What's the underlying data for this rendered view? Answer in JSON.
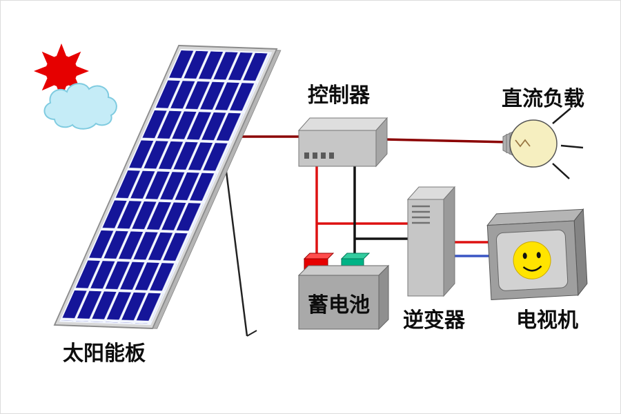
{
  "diagram": {
    "nodes": {
      "solar_panel": {
        "label": "太阳能板"
      },
      "controller": {
        "label": "控制器"
      },
      "dc_load": {
        "label": "直流负载"
      },
      "battery": {
        "label": "蓄电池"
      },
      "inverter": {
        "label": "逆变器"
      },
      "tv": {
        "label": "电视机"
      }
    },
    "connections": [
      {
        "from": "solar_panel",
        "to": "controller",
        "wire": "dark-red"
      },
      {
        "from": "controller",
        "to": "dc_load",
        "wire": "dark-red"
      },
      {
        "from": "controller",
        "to": "battery",
        "wire": "red-positive"
      },
      {
        "from": "controller",
        "to": "battery",
        "wire": "black-negative"
      },
      {
        "from": "controller",
        "to": "inverter",
        "wire": "red-positive"
      },
      {
        "from": "controller",
        "to": "inverter",
        "wire": "black-negative"
      },
      {
        "from": "inverter",
        "to": "tv",
        "wire": "red"
      },
      {
        "from": "inverter",
        "to": "tv",
        "wire": "blue"
      }
    ],
    "colors": {
      "sun": "#e60000",
      "cloud": "#c5ecf7",
      "panel_cell": "#151599",
      "wire_dark_red": "#8b0000",
      "wire_red": "#dd1111",
      "wire_black": "#141414",
      "wire_blue": "#3a56c4",
      "bulb": "#f6efc0",
      "smiley": "#ffe400",
      "terminal_positive": "#e60000",
      "terminal_negative": "#00b386",
      "component_gray": "#c6c6c6"
    }
  }
}
